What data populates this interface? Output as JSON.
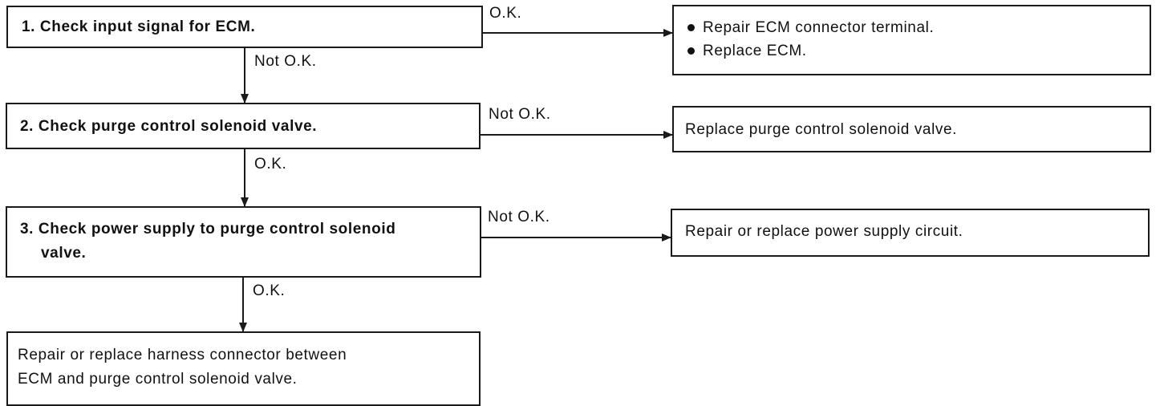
{
  "steps": [
    {
      "title": "1. Check input signal for ECM."
    },
    {
      "title": "2. Check purge control solenoid valve."
    },
    {
      "title_line1": "3. Check power supply to purge control solenoid",
      "title_line2": "valve."
    }
  ],
  "results": {
    "step1_ok": [
      "Repair ECM connector terminal.",
      "Replace ECM."
    ],
    "step2_not_ok": "Replace purge control solenoid valve.",
    "step3_not_ok": "Repair or replace power supply circuit.",
    "final_line1": "Repair or replace harness connector between",
    "final_line2": "ECM and purge control solenoid valve."
  },
  "edge_labels": {
    "s1_to_r1": "O.K.",
    "s1_to_s2": "Not O.K.",
    "s2_to_r2": "Not O.K.",
    "s2_to_s3": "O.K.",
    "s3_to_r3": "Not O.K.",
    "s3_to_final": "O.K."
  },
  "colors": {
    "line": "#1a1a1a",
    "text": "#111111",
    "background": "#ffffff"
  }
}
